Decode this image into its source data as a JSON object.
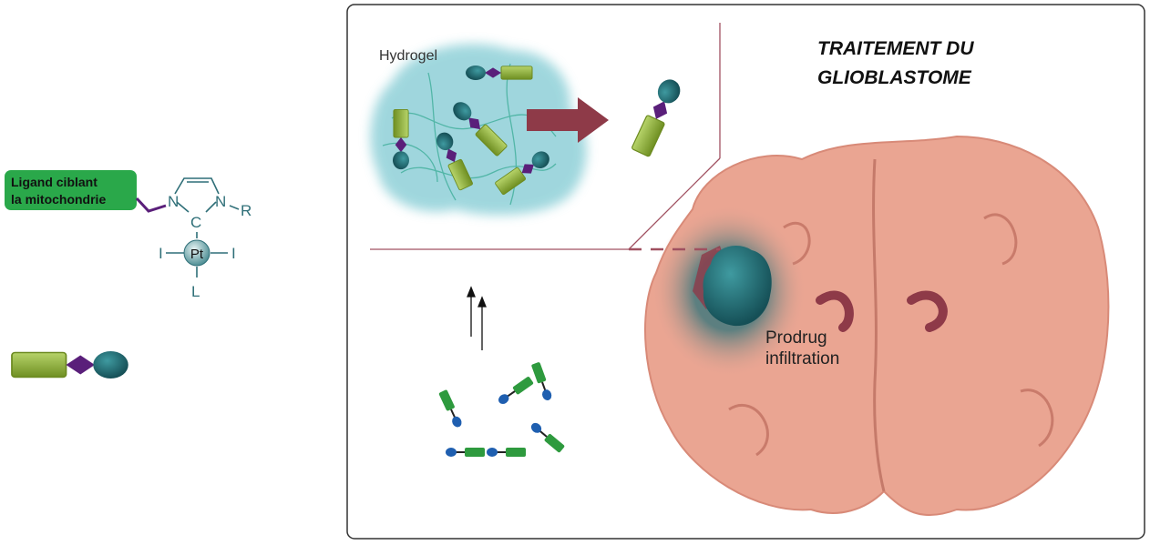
{
  "left_panel": {
    "ligand_label_line1": "Ligand ciblant",
    "ligand_label_line2": "la mitochondrie",
    "atoms": {
      "n1": "N",
      "n2": "N",
      "c": "C",
      "r": "R",
      "pt": "Pt",
      "i_left": "I",
      "i_right": "I",
      "l": "L"
    }
  },
  "main_panel": {
    "title_line1": "TRAITEMENT DU",
    "title_line2": "GLIOBLASTOME",
    "hydrogel_label": "Hydrogel",
    "tumor_label_line1": "Prodrug",
    "tumor_label_line2": "infiltration"
  },
  "colors": {
    "ligand_box": "#2aa84a",
    "linker": "#5a1f7a",
    "teal": "#1f6f78",
    "green_prodrug": "#8db33a",
    "hydrogel": "#8fd0d8",
    "arrow": "#8e3a48",
    "brain": "#eaa592",
    "frame": "#333333"
  }
}
